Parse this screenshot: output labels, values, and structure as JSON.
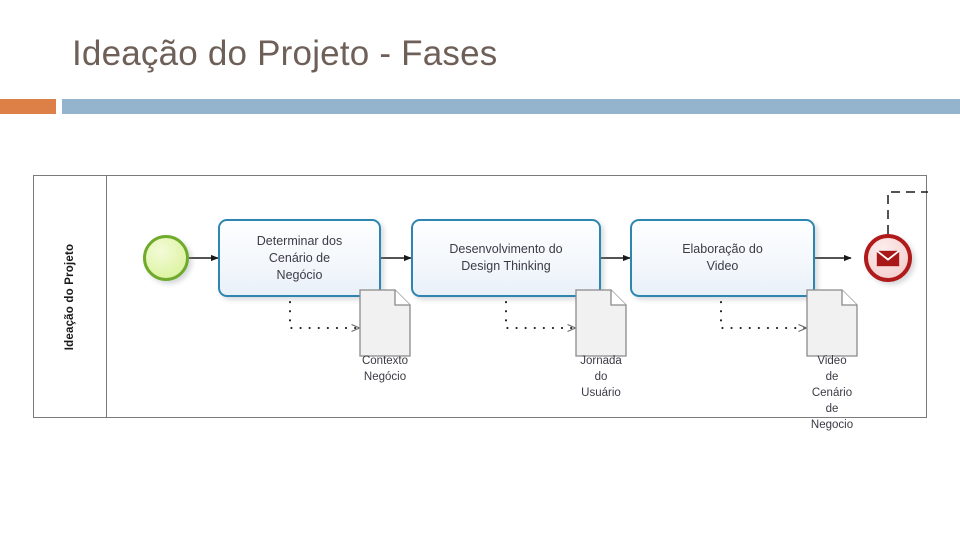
{
  "slide": {
    "title": "Ideação do Projeto - Fases",
    "accent_color": "#dd8047",
    "rule_color": "#94b3cd",
    "title_color": "#6e6058"
  },
  "diagram": {
    "type": "bpmn-process",
    "pool": {
      "label": "Ideação do Projeto"
    },
    "start_event": {
      "name": "start-event",
      "kind": "none-start",
      "fill": "#e2f5ad",
      "stroke": "#6faa2c"
    },
    "tasks": [
      {
        "id": "task-1",
        "label": "Determinar dos\nCenário de\nNegócio"
      },
      {
        "id": "task-2",
        "label": "Desenvolvimento do\nDesign Thinking"
      },
      {
        "id": "task-3",
        "label": "Elaboração do\nVideo"
      }
    ],
    "end_event": {
      "name": "end-message-event",
      "kind": "message-end",
      "fill": "#f7d7d7",
      "stroke": "#b01a1a",
      "icon": "envelope-icon"
    },
    "data_objects": [
      {
        "id": "doc-1",
        "label": "Contexto\nNegócio"
      },
      {
        "id": "doc-2",
        "label": "Jornada do\nUsuário"
      },
      {
        "id": "doc-3",
        "label": "Video de Cenário de\nNegocio"
      }
    ],
    "connections": {
      "sequence_flow_count": 4,
      "association_count": 3,
      "message_flow_count": 1
    }
  }
}
